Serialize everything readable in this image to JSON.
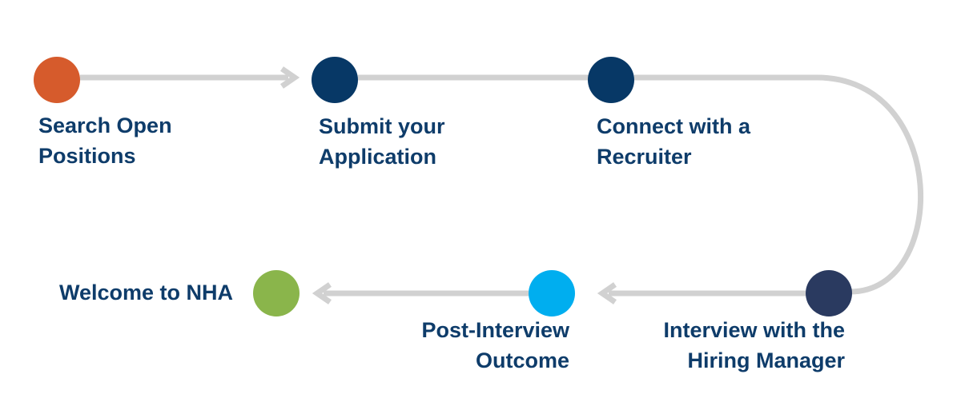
{
  "colors": {
    "path": "#d1d1d1",
    "label_text": "#0e3c6a"
  },
  "steps": [
    {
      "line1": "Search Open",
      "line2": "Positions",
      "color": "#d65b2c"
    },
    {
      "line1": "Submit your",
      "line2": "Application",
      "color": "#073866"
    },
    {
      "line1": "Connect with a",
      "line2": "Recruiter",
      "color": "#073866"
    },
    {
      "line1": "Interview with the",
      "line2": "Hiring Manager",
      "color": "#2a3a60"
    },
    {
      "line1": "Post-Interview",
      "line2": "Outcome",
      "color": "#00aeef"
    },
    {
      "line1": "Welcome to NHA",
      "color": "#8ab54b"
    }
  ]
}
